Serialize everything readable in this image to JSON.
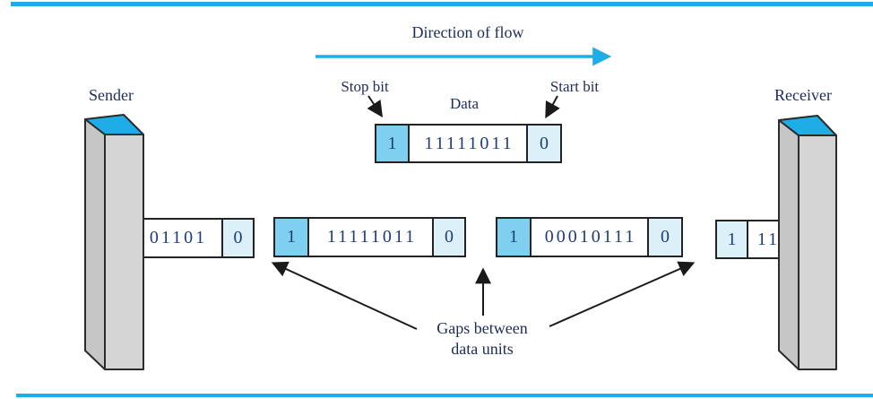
{
  "figure": {
    "description": "Asynchronous transmission diagram",
    "labels": {
      "direction": "Direction of flow",
      "sender": "Sender",
      "receiver": "Receiver",
      "stop_bit": "Stop bit",
      "data": "Data",
      "start_bit": "Start bit",
      "gaps_line1": "Gaps between",
      "gaps_line2": "data units"
    },
    "frames": {
      "top_detail": {
        "cells": [
          {
            "role": "stop-bit",
            "text": "1"
          },
          {
            "role": "data",
            "text": "11111011"
          },
          {
            "role": "start-bit",
            "text": "0"
          }
        ]
      },
      "leaving_sender": {
        "cells": [
          {
            "role": "data",
            "text": "01101"
          },
          {
            "role": "start-bit",
            "text": "0"
          }
        ]
      },
      "unit1": {
        "cells": [
          {
            "role": "stop-bit",
            "text": "1"
          },
          {
            "role": "data",
            "text": "11111011"
          },
          {
            "role": "start-bit",
            "text": "0"
          }
        ]
      },
      "unit2": {
        "cells": [
          {
            "role": "stop-bit",
            "text": "1"
          },
          {
            "role": "data",
            "text": "00010111"
          },
          {
            "role": "start-bit",
            "text": "0"
          }
        ]
      },
      "entering_receiver": {
        "cells": [
          {
            "role": "stop-bit",
            "text": "1"
          },
          {
            "role": "data",
            "text": "11"
          }
        ]
      }
    }
  },
  "colors": {
    "cyan": "#1fadе-INVALID",
    "accent_cyan": "#1badе8"
  },
  "theme": {
    "cyan": "#1fade8",
    "stopblue": "#7fd0f0",
    "lightblue": "#dcf0fa",
    "navy_label": "#1d2c5a",
    "navy_digit": "#1e3c78",
    "line": "#232323",
    "tower_front": "#d5d5d5",
    "tower_side": "#c6c6c6"
  }
}
